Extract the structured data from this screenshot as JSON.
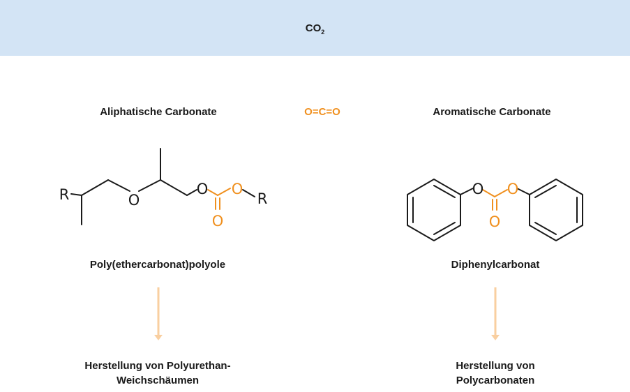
{
  "banner": {
    "title": "CO",
    "subscript": "2"
  },
  "co2_formula": "O=C=O",
  "left": {
    "heading": "Aliphatische Carbonate",
    "product": "Poly(ethercarbonat)polyole",
    "application": "Herstellung von Polyurethan-Weichschäumen",
    "atoms": {
      "r1": "R",
      "o_ether": "O",
      "o_ester1": "O",
      "o_ester2": "O",
      "o_carbonyl": "O",
      "r2": "R"
    }
  },
  "right": {
    "heading": "Aromatische Carbonate",
    "product": "Diphenylcarbonat",
    "application": "Herstellung von Polycarbonaten",
    "atoms": {
      "o_left": "O",
      "o_right": "O",
      "o_carbonyl": "O"
    }
  },
  "colors": {
    "banner_bg": "#d3e4f5",
    "co2_highlight": "#f0901f",
    "arrow": "#f9cfa0",
    "bond": "#1a1a1a"
  }
}
